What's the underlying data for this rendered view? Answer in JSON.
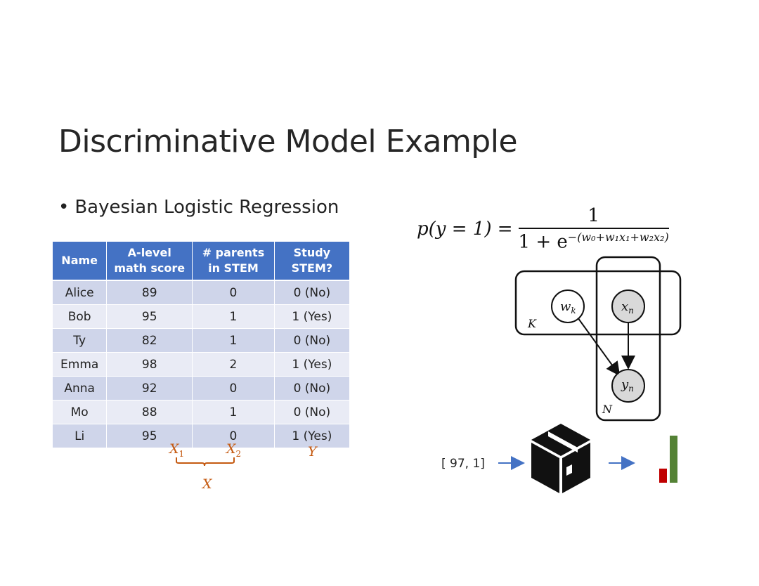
{
  "slide": {
    "title": "Discriminative Model Example",
    "bullet": "Bayesian Logistic Regression"
  },
  "table": {
    "headers": [
      "Name",
      "A-level math score",
      "# parents in STEM",
      "Study STEM?"
    ],
    "rows": [
      [
        "Alice",
        "89",
        "0",
        "0 (No)"
      ],
      [
        "Bob",
        "95",
        "1",
        "1 (Yes)"
      ],
      [
        "Ty",
        "82",
        "1",
        "0 (No)"
      ],
      [
        "Emma",
        "98",
        "2",
        "1 (Yes)"
      ],
      [
        "Anna",
        "92",
        "0",
        "0 (No)"
      ],
      [
        "Mo",
        "88",
        "1",
        "0 (No)"
      ],
      [
        "Li",
        "95",
        "0",
        "1 (Yes)"
      ]
    ]
  },
  "variable_labels": {
    "x1": "X",
    "x1_sub": "1",
    "x2": "X",
    "x2_sub": "2",
    "y": "Y",
    "x": "X"
  },
  "formula": {
    "lhs": "p(y = 1) =",
    "numerator": "1",
    "denominator_base": "1 + e",
    "exponent": "−(w₀+w₁x₁+w₂x₂)"
  },
  "graphical_model": {
    "nodes": {
      "w": "w",
      "w_sub": "k",
      "x": "x",
      "x_sub": "n",
      "y": "y",
      "y_sub": "n"
    },
    "plates": {
      "k": "K",
      "n": "N"
    }
  },
  "pipeline": {
    "input": "[ 97, 1]",
    "output_bars": [
      {
        "label": "red",
        "value": 0.3,
        "color": "#c00000"
      },
      {
        "label": "green",
        "value": 1.0,
        "color": "#548235"
      }
    ]
  },
  "colors": {
    "header_blue": "#4472c4",
    "row_dark": "#cfd5ea",
    "row_light": "#e9ebf5",
    "label_orange": "#c55a11",
    "arrow_blue": "#4472c4",
    "observed_gray": "#d9d9d9"
  }
}
